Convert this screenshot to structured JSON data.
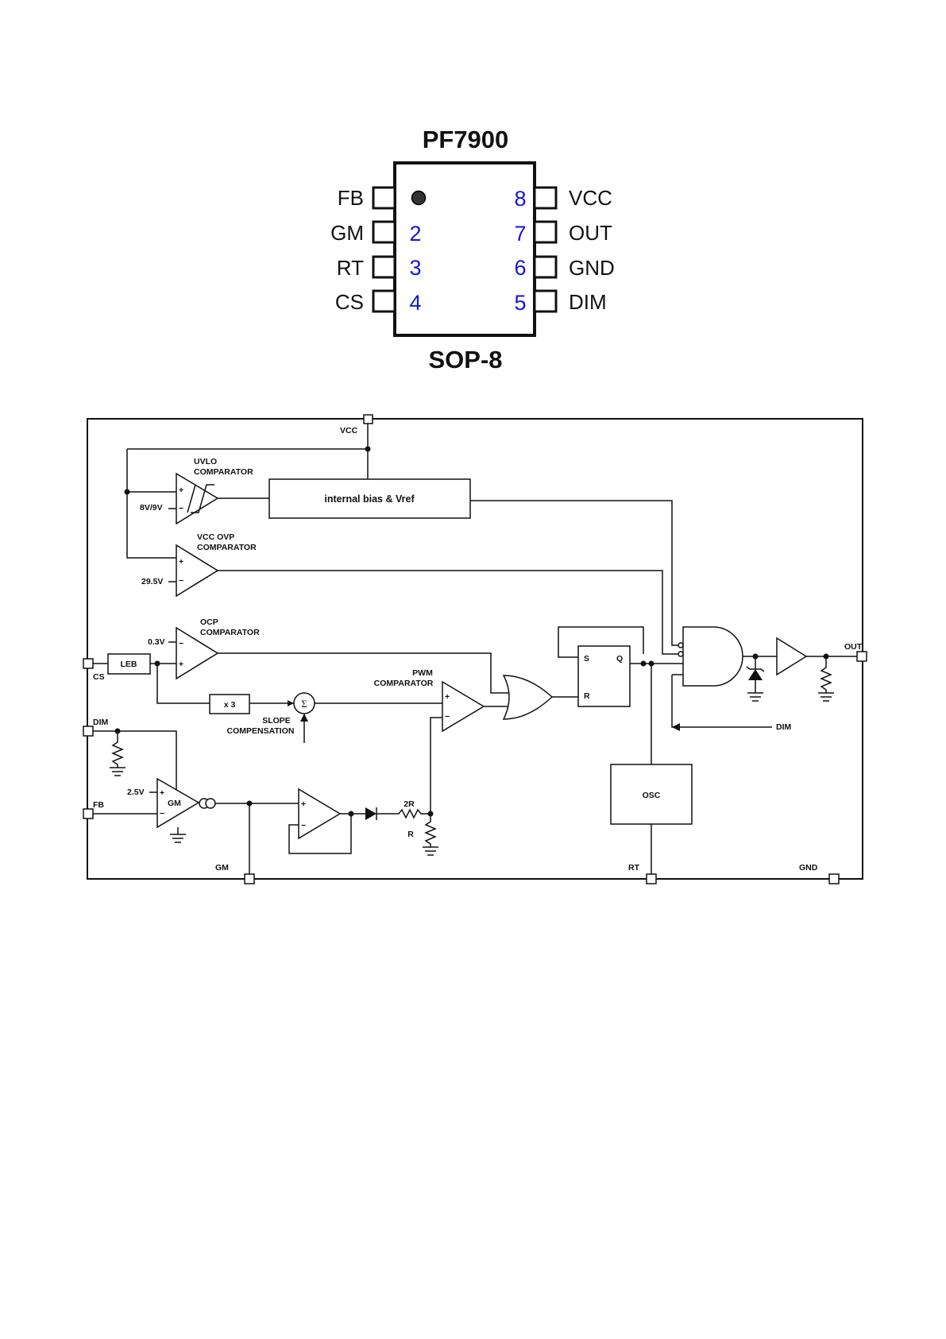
{
  "package": {
    "part_number": "PF7900",
    "package_name": "SOP-8",
    "left_pins": [
      {
        "name": "FB",
        "number": ""
      },
      {
        "name": "GM",
        "number": "2"
      },
      {
        "name": "RT",
        "number": "3"
      },
      {
        "name": "CS",
        "number": "4"
      }
    ],
    "right_pins": [
      {
        "name": "VCC",
        "number": "8"
      },
      {
        "name": "OUT",
        "number": "7"
      },
      {
        "name": "GND",
        "number": "6"
      },
      {
        "name": "DIM",
        "number": "5"
      }
    ]
  },
  "block_diagram": {
    "pins": {
      "vcc": "VCC",
      "cs": "CS",
      "dim": "DIM",
      "fb": "FB",
      "gm": "GM",
      "rt": "RT",
      "gnd": "GND",
      "out": "OUT",
      "dim_in": "DIM"
    },
    "uvlo_label_1": "UVLO",
    "uvlo_label_2": "COMPARATOR",
    "uvlo_threshold": "8V/9V",
    "ovp_label_1": "VCC OVP",
    "ovp_label_2": "COMPARATOR",
    "ovp_threshold": "29.5V",
    "ocp_label_1": "OCP",
    "ocp_label_2": "COMPARATOR",
    "ocp_threshold": "0.3V",
    "pwm_label_1": "PWM",
    "pwm_label_2": "COMPARATOR",
    "bias_block": "internal bias & Vref",
    "leb_block": "LEB",
    "gain_block": "x 3",
    "slope_label_1": "SLOPE",
    "slope_label_2": "COMPENSATION",
    "gm_amp": "GM",
    "gm_reference": "2.5V",
    "osc_block": "OSC",
    "flipflop_s": "S",
    "flipflop_r": "R",
    "flipflop_q": "Q",
    "resistor_top": "2R",
    "resistor_bottom": "R",
    "plus_sign": "+",
    "minus_sign": "−",
    "sigma_sign": "Σ"
  }
}
